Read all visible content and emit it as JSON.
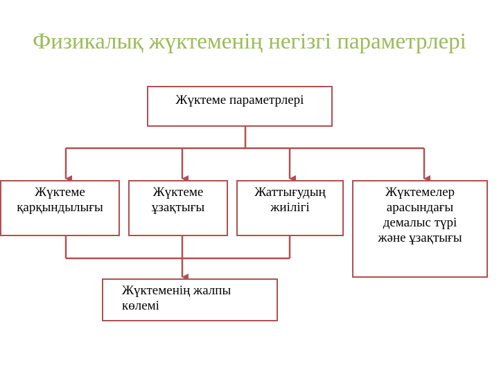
{
  "title": "Физикалық жүктеменің негізгі параметрлері",
  "colors": {
    "title": "#9bbb59",
    "border": "#b05050",
    "connector": "#b05050"
  },
  "nodes": {
    "root": "Жүктеме параметрлері",
    "intensity": "Жүктеме\nқарқындылығы",
    "duration": "Жүктеме\nұзақтығы",
    "frequency": "Жаттығудың\nжиілігі",
    "rest": "Жүктемелер\nарасындағы\nдемалыс түрі\nжәне ұзақтығы",
    "volume": "Жүктеменің жалпы\nкөлемі"
  }
}
